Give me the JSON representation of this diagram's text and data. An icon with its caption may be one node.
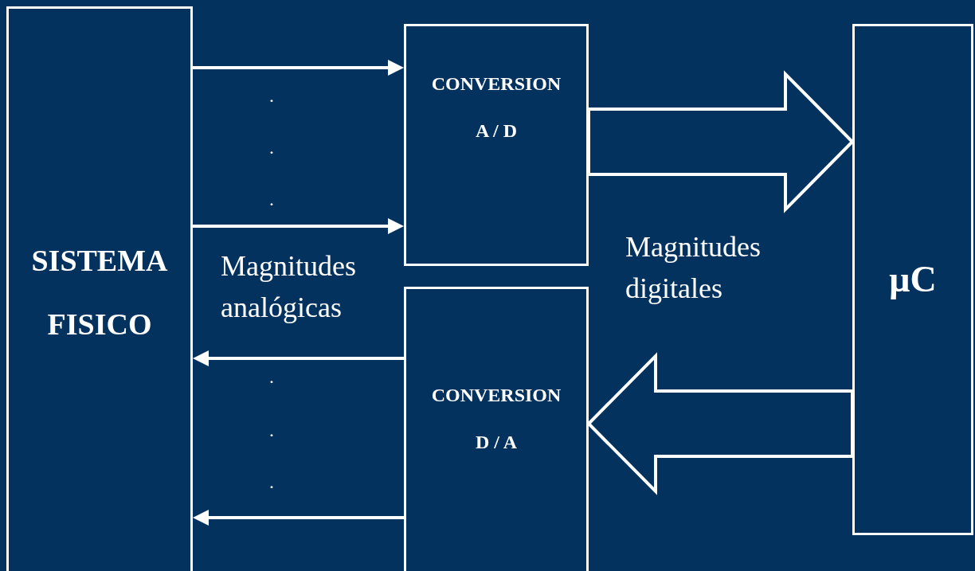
{
  "diagram": {
    "nodes": [
      {
        "text": [
          "SISTEMA FISICO"
        ]
      },
      {
        "text": [
          "CONVERSION",
          "A / D"
        ]
      },
      {
        "text": [
          "CONVERSION",
          "D / A"
        ]
      },
      {
        "text": [
          "μC"
        ]
      }
    ],
    "edges": [
      {
        "from": 0,
        "to": 1,
        "arrow": "to"
      },
      {
        "from": 0,
        "to": 1,
        "arrow": "to"
      },
      {
        "from": 1,
        "to": 3,
        "arrow": "to",
        "style": "thick"
      },
      {
        "from": 3,
        "to": 2,
        "arrow": "to",
        "style": "thick"
      },
      {
        "from": 2,
        "to": 0,
        "arrow": "to"
      },
      {
        "from": 2,
        "to": 0,
        "arrow": "to"
      }
    ],
    "labels": [
      ".",
      ".",
      ".",
      "Magnitudes analógicas",
      "Magnitudes digitales",
      ".",
      ".",
      "."
    ]
  }
}
